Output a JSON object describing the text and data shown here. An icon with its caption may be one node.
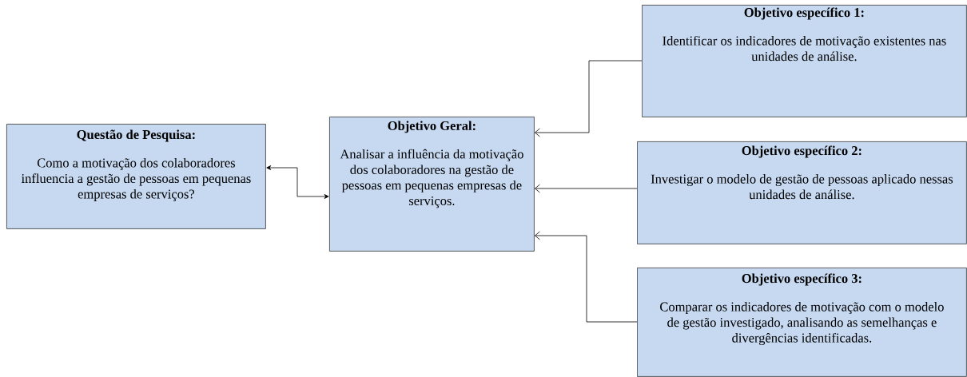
{
  "diagram": {
    "nodes": [
      {
        "text": [
          "Questão de Pesquisa:",
          "Como a motivação dos colaboradores influencia a gestão de pessoas em pequenas empresas de serviços?"
        ]
      },
      {
        "text": [
          "Objetivo Geral:",
          "Analisar a influência da motivação dos colaboradores na gestão de pessoas em pequenas empresas de serviços."
        ]
      },
      {
        "text": [
          "Objetivo específico 1:",
          "Identificar os indicadores de motivação existentes nas unidades de análise."
        ]
      },
      {
        "text": [
          "**Objetivo específico 2**:",
          "Investigar o modelo de gestão de pessoas aplicado nessas unidades de análise."
        ]
      },
      {
        "text": [
          "Objetivo específico 3:",
          "Comparar os indicadores de motivação com o modelo de gestão investigado,  analisando as semelhanças e divergências identificadas."
        ]
      }
    ],
    "edges": [
      {
        "from": 0,
        "to": 1,
        "arrow": "both"
      },
      {
        "from": 2,
        "to": 1,
        "arrow": "to"
      },
      {
        "from": 3,
        "to": 1,
        "arrow": "to"
      },
      {
        "from": 4,
        "to": 1,
        "arrow": "to"
      }
    ]
  }
}
